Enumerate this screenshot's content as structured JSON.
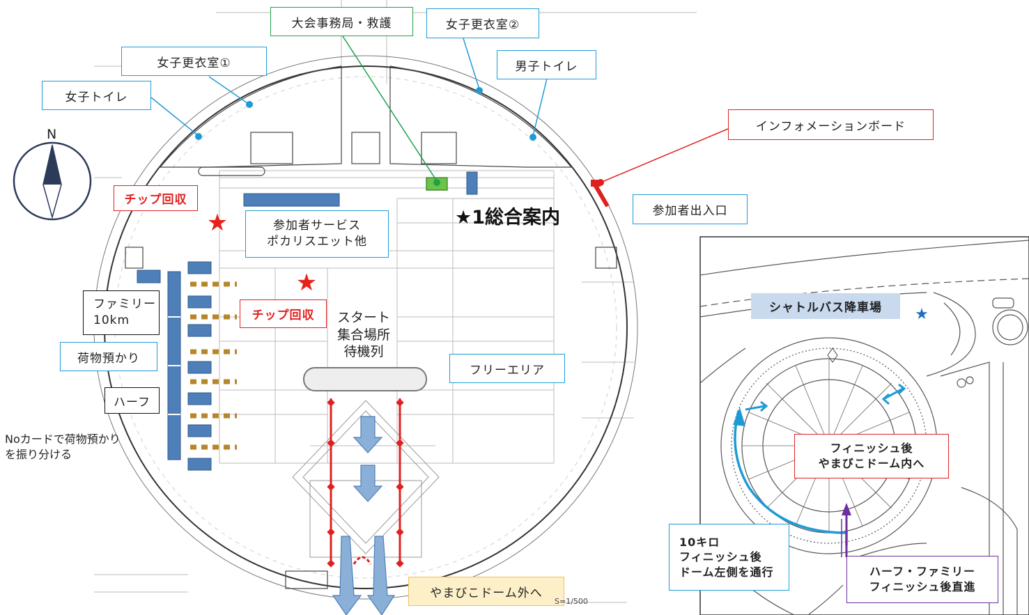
{
  "labels": {
    "hq": "大会事務局・救護",
    "women_changing_2": "女子更衣室②",
    "women_changing_1": "女子更衣室①",
    "men_toilet": "男子トイレ",
    "women_toilet": "女子トイレ",
    "info_board": "インフォメーションボード",
    "entrance": "参加者出入口",
    "chip_collect": "チップ回収",
    "participant_service_1": "参加者サービス",
    "participant_service_2": "ポカリスエット他",
    "general_info": "★1総合案内",
    "family_1": "ファミリー",
    "family_2": "10km",
    "baggage": "荷物預かり",
    "half": "ハーフ",
    "baggage_note_1": "Noカードで荷物預かり",
    "baggage_note_2": "を振り分ける",
    "start_1": "スタート",
    "start_2": "集合場所",
    "start_3": "待機列",
    "free_area": "フリーエリア",
    "exit_dome": "やまびこドーム外へ",
    "scale": "S=1/500",
    "north": "N"
  },
  "inset": {
    "shuttle": "シャトルバス降車場",
    "finish_inside_1": "フィニッシュ後",
    "finish_inside_2": "やまびこドーム内へ",
    "ten_km_1": "10キロ",
    "ten_km_2": "フィニッシュ後",
    "ten_km_3": "ドーム左側を通行",
    "half_family_1": "ハーフ・ファミリー",
    "half_family_2": "フィニッシュ後直進"
  },
  "colors": {
    "callout_blue": "#1e9bd7",
    "callout_red": "#e02020",
    "callout_green": "#21a04a",
    "booth_blue": "#4f7fb8",
    "arrow_blue": "#8ab0d8",
    "purple": "#6b2f9e",
    "star_red": "#e8221b"
  }
}
